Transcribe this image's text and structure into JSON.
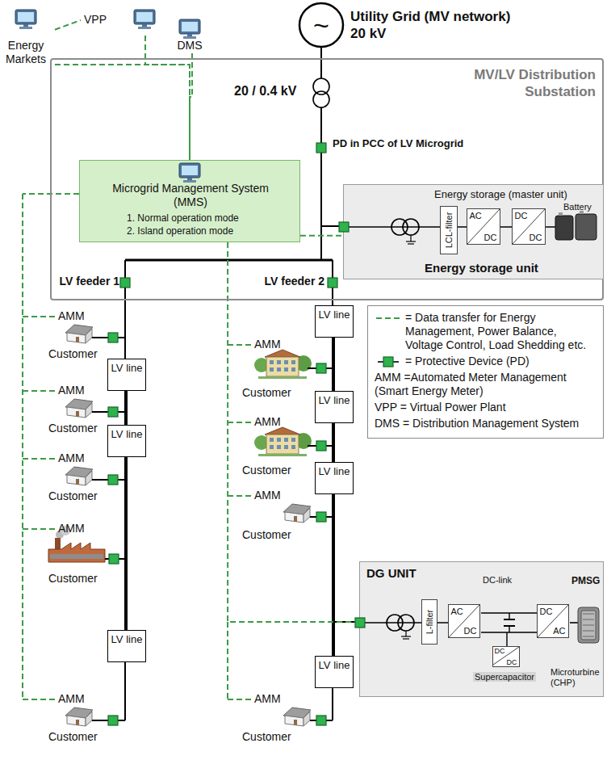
{
  "diagram": {
    "nodes": [
      {
        "text": [
          "Energy Markets"
        ]
      },
      {
        "text": [
          "VPP"
        ]
      },
      {
        "text": [
          "DMS"
        ]
      },
      {
        "text": [
          "~",
          "Utility Grid (MV network) 20 kV"
        ]
      },
      {
        "text": [
          "MV/LV Distribution Substation"
        ]
      },
      {
        "text": [
          "Microgrid Management System (MMS)",
          "1. Normal operation mode",
          "2. Island operation mode"
        ],
        "in": 4
      },
      {
        "text": [
          "Energy storage (master unit)",
          "Energy storage unit"
        ],
        "in": 4
      },
      {
        "text": [
          "LCL-filter"
        ],
        "in": 6
      },
      {
        "text": [
          "AC",
          "DC"
        ],
        "in": 6
      },
      {
        "text": [
          "DC",
          "DC"
        ],
        "in": 6
      },
      {
        "text": [
          "LV line"
        ]
      },
      {
        "text": [
          "LV line"
        ]
      },
      {
        "text": [
          "LV line"
        ]
      },
      {
        "text": [
          "LV line"
        ]
      },
      {
        "text": [
          "LV line"
        ]
      },
      {
        "text": [
          "LV line"
        ]
      },
      {
        "text": [
          "LV line"
        ]
      },
      {
        "text": [
          "DG UNIT"
        ]
      },
      {
        "text": [
          "L-filter"
        ],
        "in": 17
      },
      {
        "text": [
          "AC",
          "DC"
        ],
        "in": 17
      },
      {
        "text": [
          "DC",
          "AC"
        ],
        "in": 17
      },
      {
        "text": [
          "DC",
          "DC"
        ],
        "in": 17
      }
    ],
    "edges": [
      {
        "from": 0,
        "to": 1,
        "arrow": "none"
      },
      {
        "from": 1,
        "to": 5,
        "arrow": "none"
      },
      {
        "from": 2,
        "to": 5,
        "arrow": "none"
      },
      {
        "from": 0,
        "to": 5,
        "arrow": "none"
      },
      {
        "from": 5,
        "to": 6,
        "arrow": "none"
      },
      {
        "from": 5,
        "to": 17,
        "arrow": "none"
      },
      {
        "from": 10,
        "to": 11,
        "arrow": "none"
      },
      {
        "from": 11,
        "to": 12,
        "arrow": "none"
      },
      {
        "from": 13,
        "to": 14,
        "arrow": "none"
      },
      {
        "from": 14,
        "to": 15,
        "arrow": "none"
      },
      {
        "from": 15,
        "to": 16,
        "arrow": "none"
      }
    ],
    "labels": [
      "20 / 0.4 kV",
      "PD in PCC of LV Microgrid",
      "Battery",
      "LV feeder 1",
      "LV feeder 2",
      "AMM",
      "Customer",
      "AMM",
      "Customer",
      "AMM",
      "Customer",
      "AMM",
      "Customer",
      "AMM",
      "Customer",
      "AMM",
      "Customer",
      "AMM",
      "Customer",
      "AMM",
      "Customer",
      "AMM",
      "Customer",
      "DC-link",
      "PMSG",
      "Supercapacitor",
      "Microturbine (CHP)"
    ],
    "legend": [
      {
        "text": "= Data transfer for Energy Management, Power Balance, Voltage Control, Load Shedding etc."
      },
      {
        "text": "= Protective Device (PD)"
      },
      {
        "text": "AMM =Automated Meter Management (Smart Energy Meter)"
      },
      {
        "text": "VPP = Virtual Power Plant"
      },
      {
        "text": "DMS = Distribution Management System"
      }
    ]
  }
}
